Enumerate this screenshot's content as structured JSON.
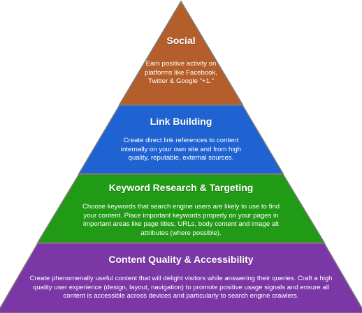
{
  "colors": {
    "social": "#b45f2b",
    "link_building": "#1f63d2",
    "keyword": "#219a16",
    "content": "#7b37a6",
    "outline": "#7a7a7a"
  },
  "tiers": {
    "social": {
      "title": "Social",
      "desc": "Earn positive activity on platforms like Facebook, Twitter & Google \"+1.\""
    },
    "link_building": {
      "title": "Link Building",
      "desc": "Create direct link references to content internally on your own site and from high quality, reputable, external sources."
    },
    "keyword": {
      "title": "Keyword Research & Targeting",
      "desc": "Choose keywords that search engine users are likely to use to find your content. Place important keywords properly on your pages in important areas like page titles, URLs, body content and image alt attributes (where possible)."
    },
    "content": {
      "title": "Content Quality & Accessibility",
      "desc": "Create phenomenally useful content that will delight visitors while answering their queries. Craft a high quality user experience (design, layout, navigation) to promote positive usage signals and ensure all content is accessible across devices and particularly to search engine crawlers."
    }
  }
}
